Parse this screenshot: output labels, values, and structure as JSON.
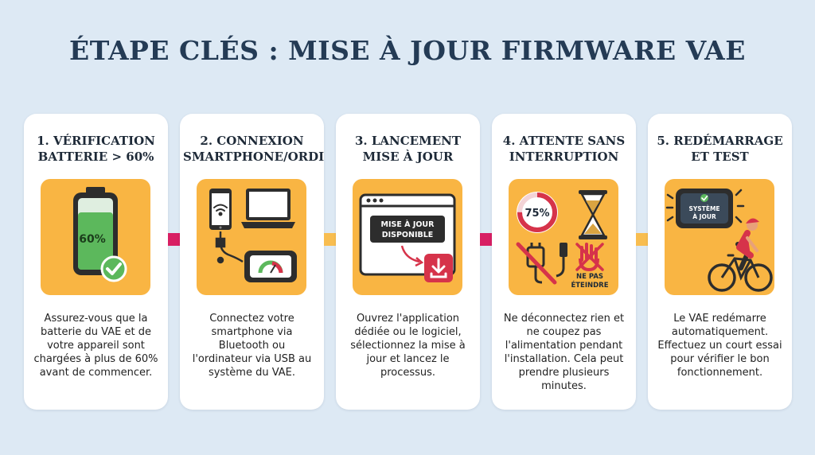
{
  "title": "ÉTAPE CLÉS : MISE À JOUR FIRMWARE VAE",
  "steps": [
    {
      "title_lines": [
        "1. VÉRIFICATION",
        "BATTERIE > 60%"
      ],
      "panel_text": [
        "60%"
      ],
      "desc_lines": [
        "Assurez-vous que la",
        "batterie du VAE et de",
        "votre appareil sont",
        "chargées à plus de 60%",
        "avant de commencer."
      ],
      "icons": [
        "battery-icon",
        "checkmark-icon"
      ]
    },
    {
      "title_lines": [
        "2. CONNEXION",
        "SMARTPHONE/ORDI"
      ],
      "panel_text": [],
      "desc_lines": [
        "Connectez votre",
        "smartphone via",
        "Bluetooth ou",
        "l'ordinateur via USB au",
        "système du VAE."
      ],
      "icons": [
        "smartphone-icon",
        "wifi-icon",
        "laptop-icon",
        "usb-cable-icon",
        "bike-display-icon"
      ]
    },
    {
      "title_lines": [
        "3. LANCEMENT",
        "MISE À JOUR"
      ],
      "panel_text": [
        "MISE À JOUR",
        "DISPONIBLE"
      ],
      "desc_lines": [
        "Ouvrez l'application",
        "dédiée ou le logiciel,",
        "sélectionnez la mise à",
        "jour et lancez le",
        "processus."
      ],
      "icons": [
        "browser-window-icon",
        "download-icon"
      ]
    },
    {
      "title_lines": [
        "4. ATTENTE SANS",
        "INTERRUPTION"
      ],
      "panel_text": [
        "75%",
        "NE PAS",
        "ÉTEINDRE"
      ],
      "desc_lines": [
        "Ne déconnectez rien et",
        "ne coupez pas",
        "l'alimentation pendant",
        "l'installation. Cela peut",
        "prendre plusieurs",
        "minutes."
      ],
      "icons": [
        "progress-ring-icon",
        "hourglass-icon",
        "no-unplug-icon",
        "no-power-off-icon"
      ]
    },
    {
      "title_lines": [
        "5. REDÉMARRAGE",
        "ET TEST"
      ],
      "panel_text": [
        "SYSTÈME",
        "À JOUR"
      ],
      "desc_lines": [
        "Le VAE redémarre",
        "automatiquement.",
        "Effectuez un court essai",
        "pour vérifier le bon",
        "fonctionnement."
      ],
      "icons": [
        "bike-display-icon",
        "cyclist-icon"
      ]
    }
  ],
  "colors": {
    "background": "#dde9f4",
    "card": "#ffffff",
    "panel": "#f9b543",
    "title": "#243b55",
    "arrow_pink": "#d81f63",
    "arrow_orange": "#f8bd50",
    "battery_green": "#5cb85c",
    "download_red": "#d6334a"
  }
}
